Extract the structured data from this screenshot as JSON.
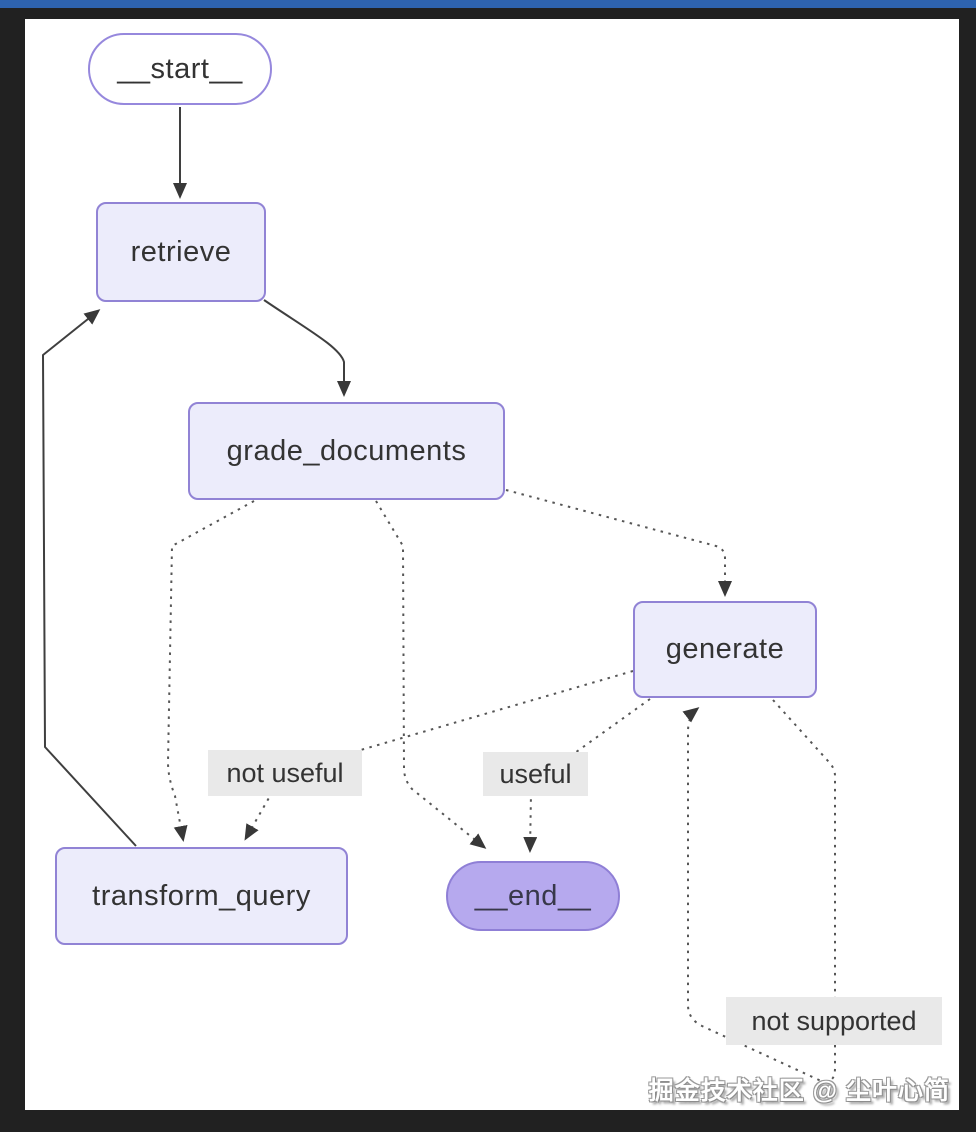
{
  "diagram": {
    "nodes": [
      {
        "id": "__start__",
        "label": "__start__",
        "shape": "stadium"
      },
      {
        "id": "retrieve",
        "label": "retrieve",
        "shape": "rect"
      },
      {
        "id": "grade_documents",
        "label": "grade_documents",
        "shape": "rect"
      },
      {
        "id": "generate",
        "label": "generate",
        "shape": "rect"
      },
      {
        "id": "transform_query",
        "label": "transform_query",
        "shape": "rect"
      },
      {
        "id": "__end__",
        "label": "__end__",
        "shape": "stadium"
      }
    ],
    "edges": [
      {
        "from": "__start__",
        "to": "retrieve",
        "style": "solid",
        "label": ""
      },
      {
        "from": "retrieve",
        "to": "grade_documents",
        "style": "solid",
        "label": ""
      },
      {
        "from": "transform_query",
        "to": "retrieve",
        "style": "solid",
        "label": ""
      },
      {
        "from": "grade_documents",
        "to": "transform_query",
        "style": "dashed",
        "label": ""
      },
      {
        "from": "grade_documents",
        "to": "__end__",
        "style": "dashed",
        "label": ""
      },
      {
        "from": "grade_documents",
        "to": "generate",
        "style": "dashed",
        "label": ""
      },
      {
        "from": "generate",
        "to": "transform_query",
        "style": "dashed",
        "label": "not useful"
      },
      {
        "from": "generate",
        "to": "__end__",
        "style": "dashed",
        "label": "useful"
      },
      {
        "from": "generate",
        "to": "generate",
        "style": "dashed",
        "label": "not supported"
      }
    ],
    "edge_labels": [
      {
        "text": "not useful"
      },
      {
        "text": "useful"
      },
      {
        "text": "not supported"
      }
    ],
    "colors": {
      "top_bar": "#2e63af",
      "frame": "#212121",
      "canvas": "#ffffff",
      "node_fill": "#ececfb",
      "node_border": "#9183d5",
      "start_fill": "#ffffff",
      "end_fill": "#b6a9ee",
      "edge_label_bg": "#e9e9e9",
      "text": "#333333",
      "solid_edge": "#3f3f3f",
      "dashed_edge": "#565656"
    }
  },
  "watermark": {
    "text": "掘金技术社区 @ 尘叶心简"
  }
}
